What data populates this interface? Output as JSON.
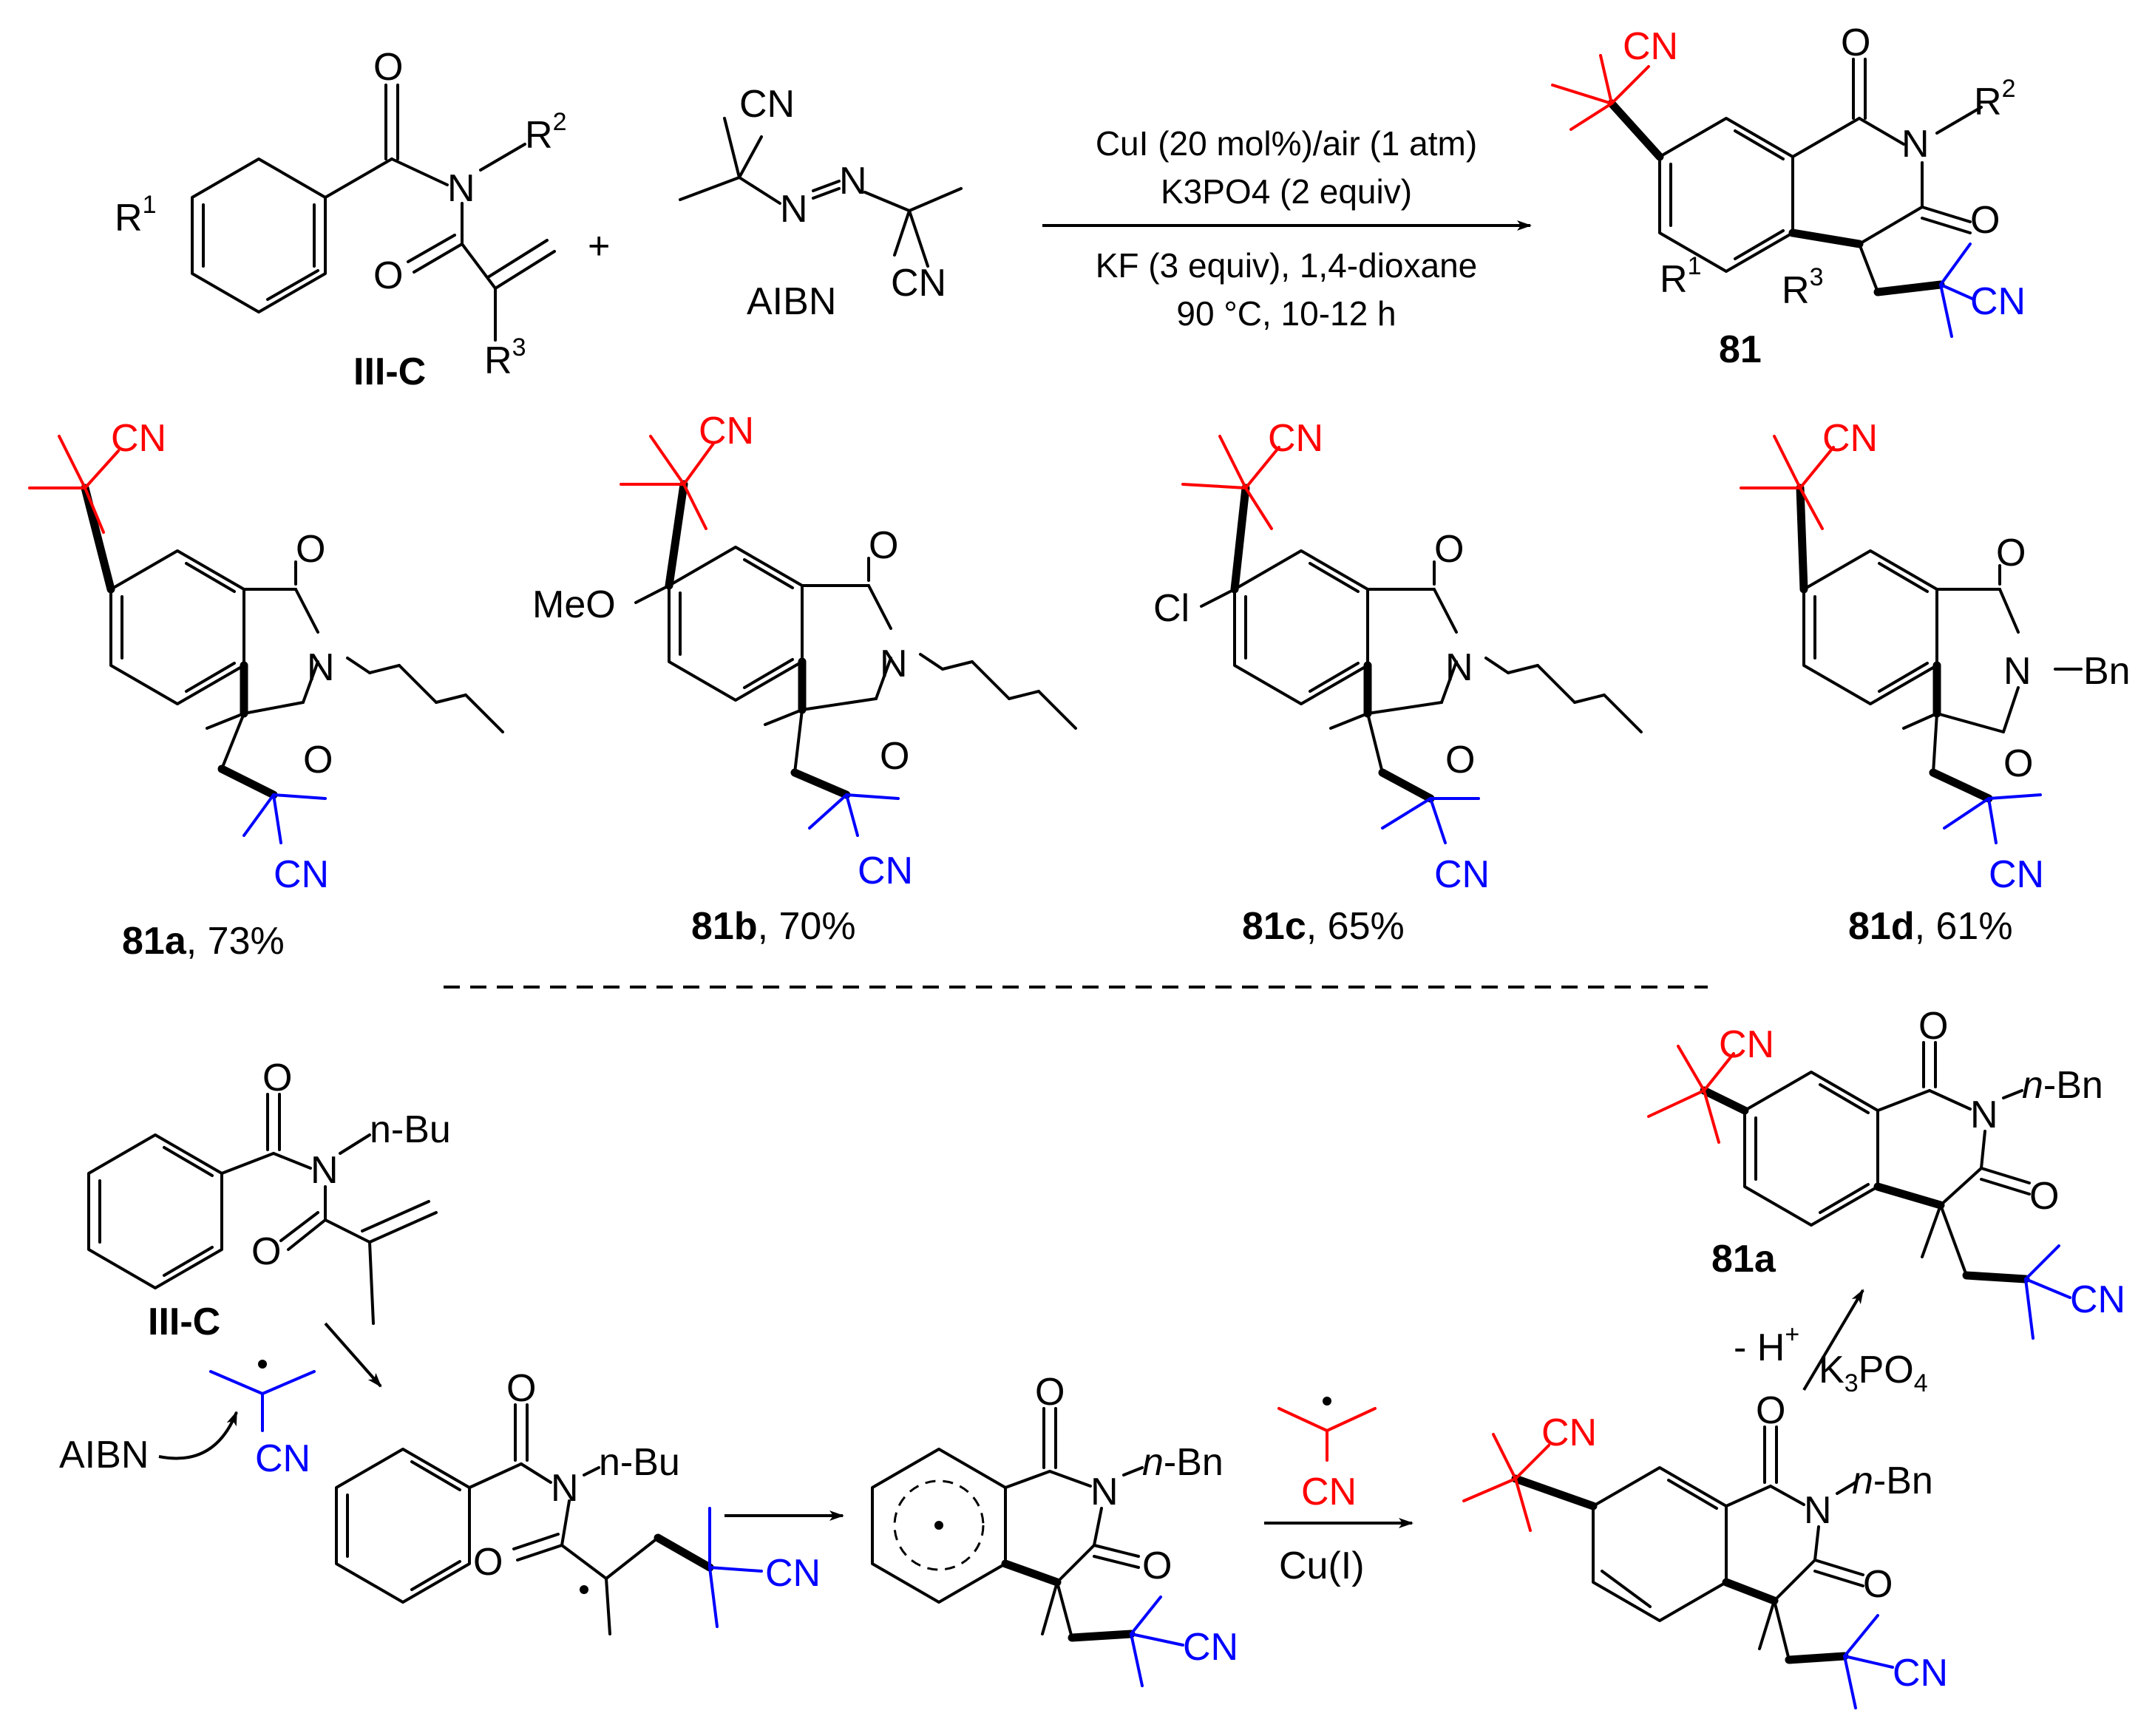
{
  "reaction": {
    "reagent1_label": "III-C",
    "reagent2_label": "AIBN",
    "plus": "+",
    "conditions_line1": "CuI (20 mol%)/air (1 atm)",
    "conditions_line2": "K3PO4 (2 equiv)",
    "conditions_line3": "KF (3 equiv), 1,4-dioxane",
    "conditions_line4": "90 °C, 10-12 h",
    "product_label": "81"
  },
  "atoms": {
    "O": "O",
    "N": "N",
    "CN": "CN",
    "R1": "R",
    "R1_sup": "1",
    "R2": "R",
    "R2_sup": "2",
    "R3": "R",
    "R3_sup": "3",
    "MeO": "MeO",
    "Cl": "Cl",
    "Bn": "Bn",
    "nBu": "n-Bu",
    "nBn": "n-Bn"
  },
  "examples": [
    {
      "id": "81a",
      "yield": ", 73%"
    },
    {
      "id": "81b",
      "yield": ",  70%"
    },
    {
      "id": "81c",
      "yield": ", 65%"
    },
    {
      "id": "81d",
      "yield": ", 61%"
    }
  ],
  "mechanism": {
    "start_label": "III-C",
    "aibn": "AIBN",
    "step_reagent": "Cu(I)",
    "deprotonation": "- H+",
    "base": "K3PO4",
    "product_label": "81a"
  },
  "colors": {
    "red": "#ff0000",
    "blue": "#0000ff",
    "black": "#000000"
  }
}
